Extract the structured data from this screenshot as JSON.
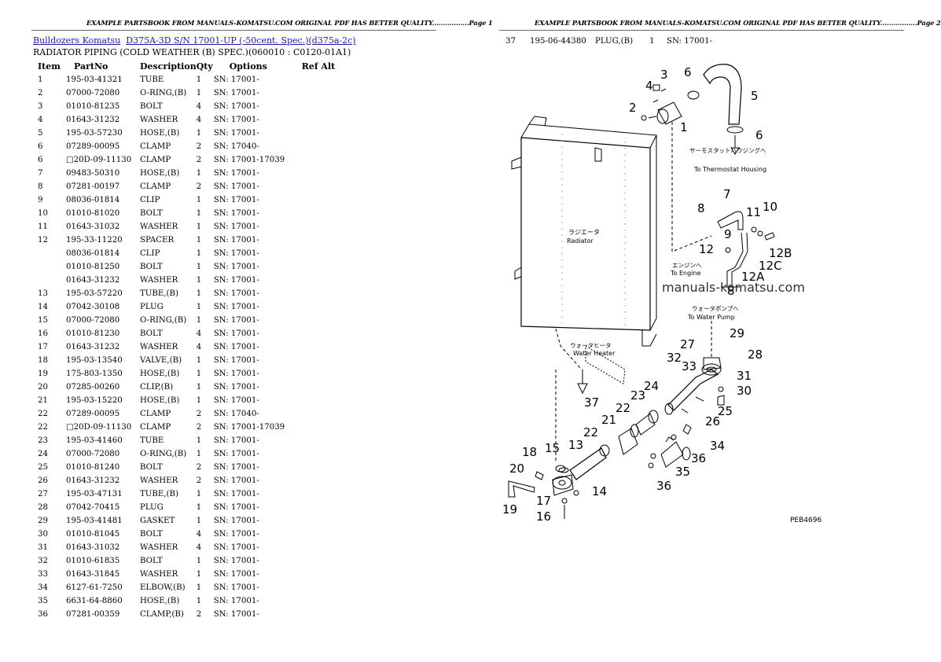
{
  "pages": [
    {
      "header": "EXAMPLE PARTSBOOK FROM MANUALS-KOMATSU.COM ORIGINAL PDF HAS BETTER QUALITY.................Page 1"
    },
    {
      "header": "EXAMPLE PARTSBOOK FROM MANUALS-KOMATSU.COM ORIGINAL PDF HAS BETTER QUALITY.................Page 2"
    }
  ],
  "breadcrumb": {
    "link1": "Bulldozers Komatsu",
    "link2": "D375A-3D S/N 17001-UP (-50cent. Spec.)(d375a-2c)"
  },
  "subtitle": "RADIATOR PIPING (COLD WEATHER (B) SPEC.)(060010 : C0120-01A1)",
  "columns": [
    "Item",
    "PartNo",
    "Description",
    "Qty",
    "Options",
    "Ref Alt"
  ],
  "rows": [
    [
      "1",
      "195-03-41321",
      "TUBE",
      "1",
      "SN: 17001-"
    ],
    [
      "2",
      "07000-72080",
      "O-RING,(B)",
      "1",
      "SN: 17001-"
    ],
    [
      "3",
      "01010-81235",
      "BOLT",
      "4",
      "SN: 17001-"
    ],
    [
      "4",
      "01643-31232",
      "WASHER",
      "4",
      "SN: 17001-"
    ],
    [
      "5",
      "195-03-57230",
      "HOSE,(B)",
      "1",
      "SN: 17001-"
    ],
    [
      "6",
      "07289-00095",
      "CLAMP",
      "2",
      "SN: 17040-"
    ],
    [
      "6",
      "□20D-09-11130",
      "CLAMP",
      "2",
      "SN: 17001-17039"
    ],
    [
      "7",
      "09483-50310",
      "HOSE,(B)",
      "1",
      "SN: 17001-"
    ],
    [
      "8",
      "07281-00197",
      "CLAMP",
      "2",
      "SN: 17001-"
    ],
    [
      "9",
      "08036-01814",
      "CLIP",
      "1",
      "SN: 17001-"
    ],
    [
      "10",
      "01010-81020",
      "BOLT",
      "1",
      "SN: 17001-"
    ],
    [
      "11",
      "01643-31032",
      "WASHER",
      "1",
      "SN: 17001-"
    ],
    [
      "12",
      "195-33-11220",
      "SPACER",
      "1",
      "SN: 17001-"
    ],
    [
      "",
      "08036-01814",
      "CLIP",
      "1",
      "SN: 17001-"
    ],
    [
      "",
      "01010-81250",
      "BOLT",
      "1",
      "SN: 17001-"
    ],
    [
      "",
      "01643-31232",
      "WASHER",
      "1",
      "SN: 17001-"
    ],
    [
      "13",
      "195-03-57220",
      "TUBE,(B)",
      "1",
      "SN: 17001-"
    ],
    [
      "14",
      "07042-30108",
      "PLUG",
      "1",
      "SN: 17001-"
    ],
    [
      "15",
      "07000-72080",
      "O-RING,(B)",
      "1",
      "SN: 17001-"
    ],
    [
      "16",
      "01010-81230",
      "BOLT",
      "4",
      "SN: 17001-"
    ],
    [
      "17",
      "01643-31232",
      "WASHER",
      "4",
      "SN: 17001-"
    ],
    [
      "18",
      "195-03-13540",
      "VALVE,(B)",
      "1",
      "SN: 17001-"
    ],
    [
      "19",
      "175-803-1350",
      "HOSE,(B)",
      "1",
      "SN: 17001-"
    ],
    [
      "20",
      "07285-00260",
      "CLIP,(B)",
      "1",
      "SN: 17001-"
    ],
    [
      "21",
      "195-03-15220",
      "HOSE,(B)",
      "1",
      "SN: 17001-"
    ],
    [
      "22",
      "07289-00095",
      "CLAMP",
      "2",
      "SN: 17040-"
    ],
    [
      "22",
      "□20D-09-11130",
      "CLAMP",
      "2",
      "SN: 17001-17039"
    ],
    [
      "23",
      "195-03-41460",
      "TUBE",
      "1",
      "SN: 17001-"
    ],
    [
      "24",
      "07000-72080",
      "O-RING,(B)",
      "1",
      "SN: 17001-"
    ],
    [
      "25",
      "01010-81240",
      "BOLT",
      "2",
      "SN: 17001-"
    ],
    [
      "26",
      "01643-31232",
      "WASHER",
      "2",
      "SN: 17001-"
    ],
    [
      "27",
      "195-03-47131",
      "TUBE,(B)",
      "1",
      "SN: 17001-"
    ],
    [
      "28",
      "07042-70415",
      "PLUG",
      "1",
      "SN: 17001-"
    ],
    [
      "29",
      "195-03-41481",
      "GASKET",
      "1",
      "SN: 17001-"
    ],
    [
      "30",
      "01010-81045",
      "BOLT",
      "4",
      "SN: 17001-"
    ],
    [
      "31",
      "01643-31032",
      "WASHER",
      "4",
      "SN: 17001-"
    ],
    [
      "32",
      "01010-61835",
      "BOLT",
      "1",
      "SN: 17001-"
    ],
    [
      "33",
      "01643-31845",
      "WASHER",
      "1",
      "SN: 17001-"
    ],
    [
      "34",
      "6127-61-7250",
      "ELBOW,(B)",
      "1",
      "SN: 17001-"
    ],
    [
      "35",
      "6631-64-8860",
      "HOSE,(B)",
      "1",
      "SN: 17001-"
    ],
    [
      "36",
      "07281-00359",
      "CLAMP,(B)",
      "2",
      "SN: 17001-"
    ]
  ],
  "page2_row": [
    "37",
    "195-06-44380",
    "PLUG,(B)",
    "1",
    "SN: 17001-"
  ],
  "diagram": {
    "labels": {
      "radiator_jp": "ラジエータ",
      "radiator_en": "Radiator",
      "thermo_jp": "サーモスタットハウジングへ",
      "thermo_en": "To Thermostat Housing",
      "engine_jp": "エンジンへ",
      "engine_en": "To Engine",
      "pump_jp": "ウォータポンプへ",
      "pump_en": "To Water Pump",
      "heater_jp": "ウォータヒータ",
      "heater_en": "Water Heater",
      "drawing_no": "PEB4696"
    },
    "callouts": [
      "1",
      "2",
      "3",
      "4",
      "5",
      "6",
      "6",
      "7",
      "8",
      "9",
      "10",
      "11",
      "12",
      "12A",
      "12B",
      "12C",
      "13",
      "14",
      "15",
      "16",
      "17",
      "18",
      "19",
      "20",
      "21",
      "22",
      "22",
      "23",
      "24",
      "25",
      "26",
      "27",
      "28",
      "29",
      "30",
      "31",
      "32",
      "33",
      "34",
      "35",
      "36",
      "36",
      "37",
      "8"
    ],
    "watermark": "manuals-komatsu.com"
  }
}
